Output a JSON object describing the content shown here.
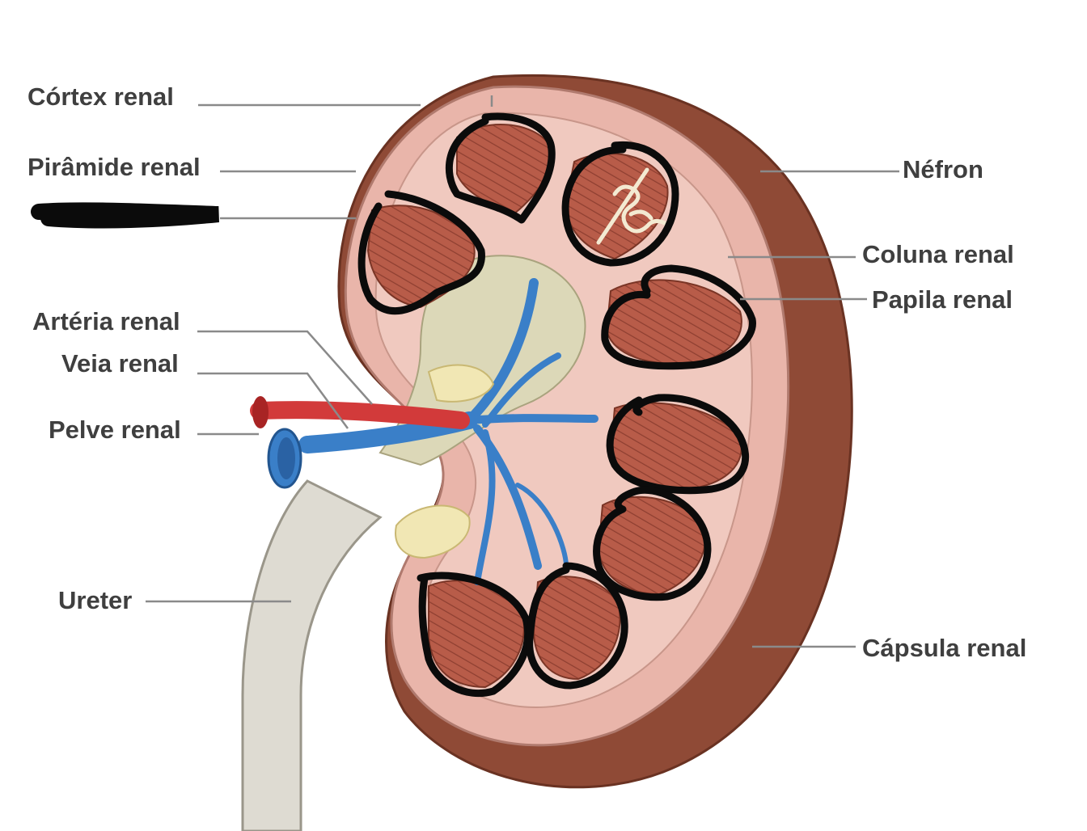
{
  "diagram": {
    "labels": {
      "cortex": "Córtex renal",
      "piramide": "Pirâmide renal",
      "arteria": "Artéria renal",
      "veia": "Veia renal",
      "pelve": "Pelve renal",
      "ureter": "Ureter",
      "nefron": "Néfron",
      "coluna": "Coluna renal",
      "papila": "Papila renal",
      "capsula": "Cápsula renal"
    },
    "colors": {
      "capsule": "#8f4a36",
      "cortex": "#e9b5aa",
      "pyramid": "#b85c49",
      "artery": "#d23a3a",
      "vein": "#3a7fc8",
      "pelvis": "#dcd8b8",
      "ureter": "#dedbd2",
      "scribble": "#0b0b0b",
      "label": "#3f3f3f"
    }
  }
}
